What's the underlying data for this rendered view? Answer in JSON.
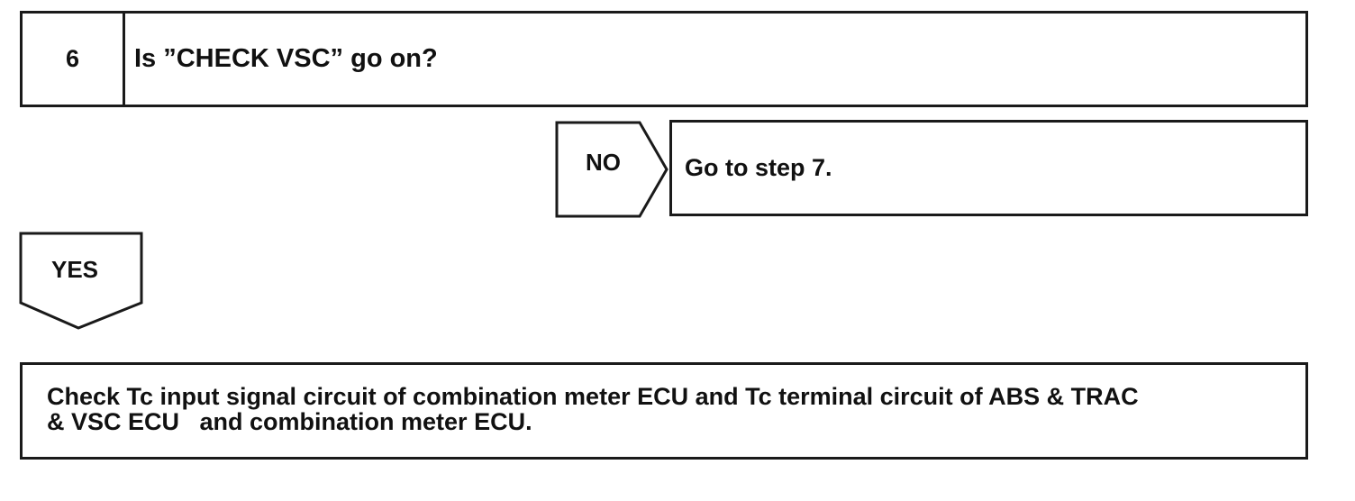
{
  "step": {
    "number": "6",
    "question": "Is ”CHECK VSC” go on?"
  },
  "branch_no": {
    "label": "NO",
    "action": "Go to step 7."
  },
  "branch_yes": {
    "label": "YES"
  },
  "result": {
    "line1": "Check Tc input signal circuit of combination meter ECU and Tc terminal circuit of ABS & TRAC",
    "line2": "& VSC ECU   and combination meter ECU."
  }
}
